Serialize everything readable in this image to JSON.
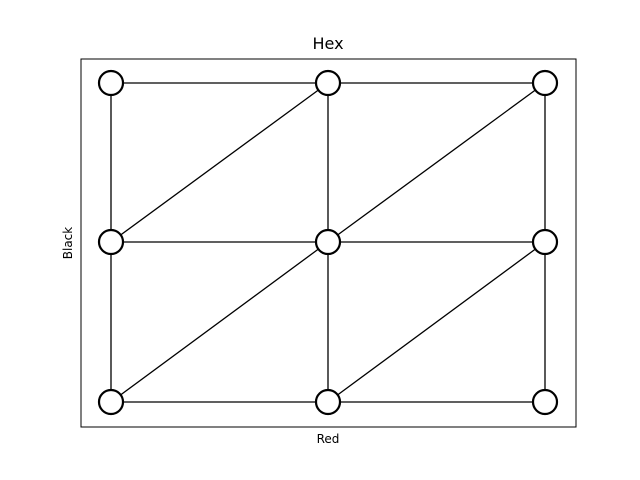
{
  "title": "Hex",
  "xlabel": "Red",
  "ylabel": "Black",
  "colors": {
    "edge": "#000000",
    "node_fill": "#ffffff",
    "node_stroke": "#000000",
    "frame": "#000000",
    "background": "#ffffff"
  },
  "graph": {
    "type": "hex-board-graph",
    "columns": 3,
    "rows": 3,
    "nodes": [
      {
        "id": "n00",
        "col": 0,
        "row": 0
      },
      {
        "id": "n10",
        "col": 1,
        "row": 0
      },
      {
        "id": "n20",
        "col": 2,
        "row": 0
      },
      {
        "id": "n01",
        "col": 0,
        "row": 1
      },
      {
        "id": "n11",
        "col": 1,
        "row": 1
      },
      {
        "id": "n21",
        "col": 2,
        "row": 1
      },
      {
        "id": "n02",
        "col": 0,
        "row": 2
      },
      {
        "id": "n12",
        "col": 1,
        "row": 2
      },
      {
        "id": "n22",
        "col": 2,
        "row": 2
      }
    ],
    "edges": [
      [
        "n00",
        "n10"
      ],
      [
        "n10",
        "n20"
      ],
      [
        "n01",
        "n11"
      ],
      [
        "n11",
        "n21"
      ],
      [
        "n02",
        "n12"
      ],
      [
        "n12",
        "n22"
      ],
      [
        "n00",
        "n01"
      ],
      [
        "n01",
        "n02"
      ],
      [
        "n10",
        "n11"
      ],
      [
        "n11",
        "n12"
      ],
      [
        "n20",
        "n21"
      ],
      [
        "n21",
        "n22"
      ],
      [
        "n01",
        "n10"
      ],
      [
        "n11",
        "n20"
      ],
      [
        "n02",
        "n11"
      ],
      [
        "n12",
        "n21"
      ]
    ]
  }
}
